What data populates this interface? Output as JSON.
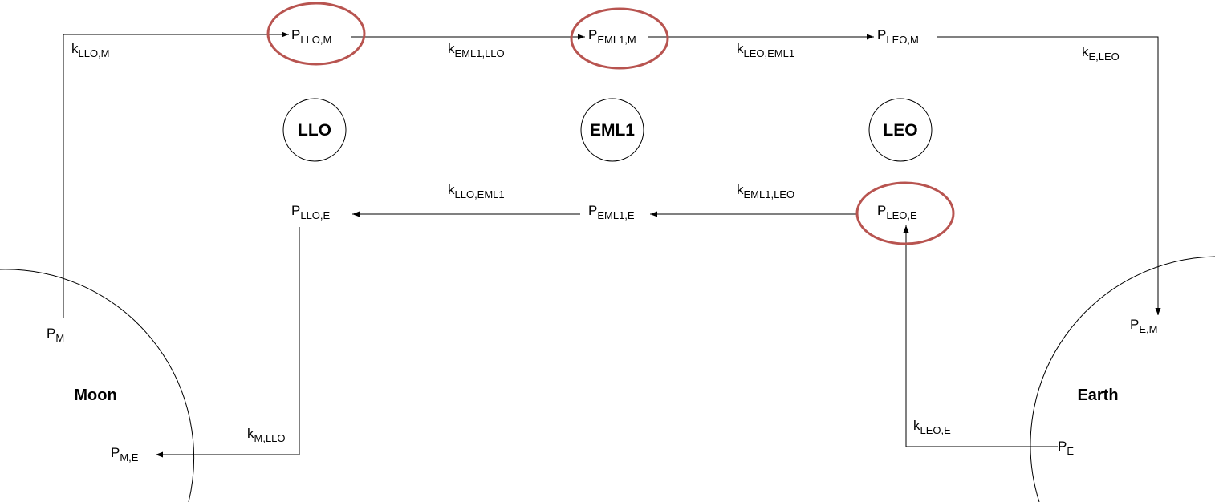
{
  "bodies": {
    "moon": "Moon",
    "earth": "Earth"
  },
  "orbits": {
    "llo": "LLO",
    "eml1": "EML1",
    "leo": "LEO"
  },
  "nodes": {
    "p_llo_m": {
      "main": "P",
      "sub": "LLO,M"
    },
    "p_eml1_m": {
      "main": "P",
      "sub": "EML1,M"
    },
    "p_leo_m": {
      "main": "P",
      "sub": "LEO,M"
    },
    "p_llo_e": {
      "main": "P",
      "sub": "LLO,E"
    },
    "p_eml1_e": {
      "main": "P",
      "sub": "EML1,E"
    },
    "p_leo_e": {
      "main": "P",
      "sub": "LEO,E"
    },
    "p_m": {
      "main": "P",
      "sub": "M"
    },
    "p_m_e": {
      "main": "P",
      "sub": "M,E"
    },
    "p_e": {
      "main": "P",
      "sub": "E"
    },
    "p_e_m": {
      "main": "P",
      "sub": "E,M"
    }
  },
  "rates": {
    "k_llo_m": {
      "main": "k",
      "sub": "LLO,M"
    },
    "k_eml1_llo": {
      "main": "k",
      "sub": "EML1,LLO"
    },
    "k_leo_eml1": {
      "main": "k",
      "sub": "LEO,EML1"
    },
    "k_e_leo": {
      "main": "k",
      "sub": "E,LEO"
    },
    "k_llo_eml1": {
      "main": "k",
      "sub": "LLO,EML1"
    },
    "k_eml1_leo": {
      "main": "k",
      "sub": "EML1,LEO"
    },
    "k_m_llo": {
      "main": "k",
      "sub": "M,LLO"
    },
    "k_leo_e": {
      "main": "k",
      "sub": "LEO,E"
    }
  },
  "colors": {
    "highlight": "#b85450",
    "line": "#000000"
  }
}
